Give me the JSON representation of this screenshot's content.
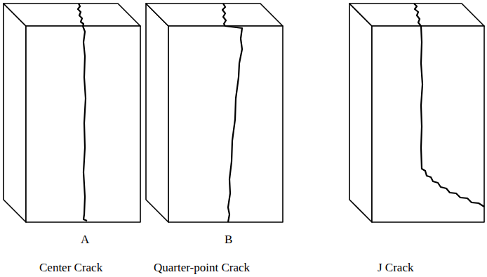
{
  "diagram": {
    "labels": [
      "A",
      "B",
      "Center Crack",
      "Quarter-point Crack",
      "J Crack"
    ]
  }
}
